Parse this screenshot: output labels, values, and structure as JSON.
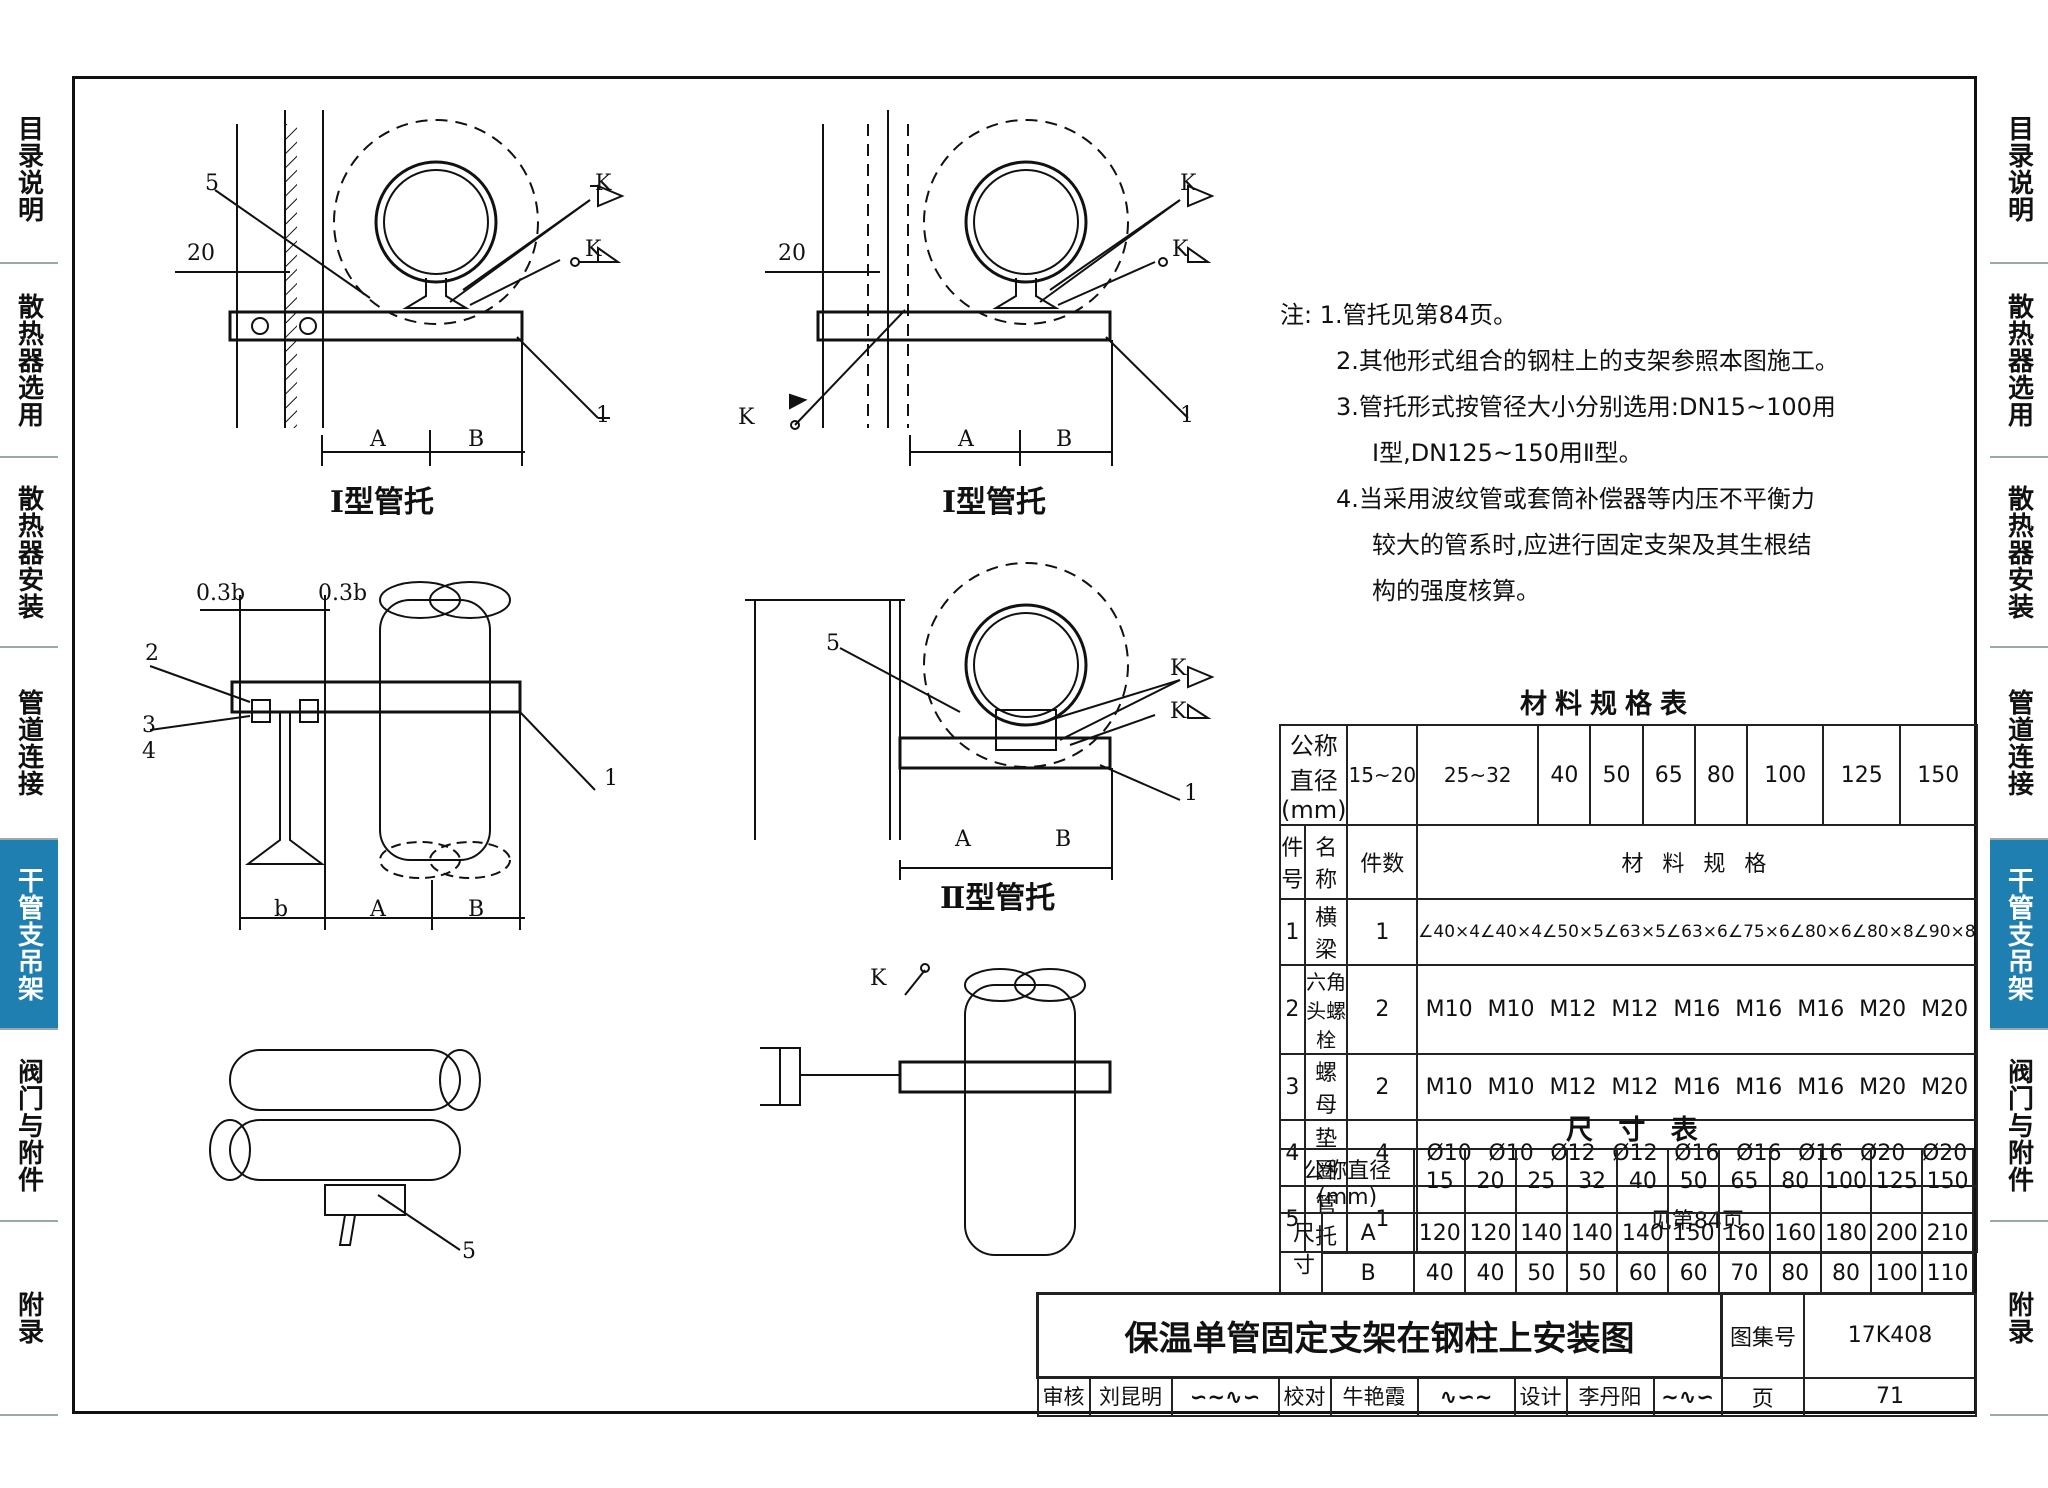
{
  "sidebar_left": [
    {
      "label": "目录说明",
      "active": false
    },
    {
      "label": "散热器选用",
      "active": false
    },
    {
      "label": "散热器安装",
      "active": false
    },
    {
      "label": "管道连接",
      "active": false
    },
    {
      "label": "干管支吊架",
      "active": true
    },
    {
      "label": "阀门与附件",
      "active": false
    },
    {
      "label": "附录",
      "active": false
    }
  ],
  "sidebar_right": [
    {
      "label": "目录说明",
      "active": false
    },
    {
      "label": "散热器选用",
      "active": false
    },
    {
      "label": "散热器安装",
      "active": false
    },
    {
      "label": "管道连接",
      "active": false
    },
    {
      "label": "干管支吊架",
      "active": true
    },
    {
      "label": "阀门与附件",
      "active": false
    },
    {
      "label": "附录",
      "active": false
    }
  ],
  "accent_color": "#1f7fb0",
  "drawing": {
    "view1_title": "Ⅰ型管托",
    "view2_title": "Ⅰ型管托",
    "view3_title": "Ⅱ型管托",
    "dim_20": "20",
    "dim_A": "A",
    "dim_B": "B",
    "dim_b": "b",
    "dim_03b": "0.3b",
    "label_1": "1",
    "label_2": "2",
    "label_3": "3",
    "label_4": "4",
    "label_5": "5",
    "label_K": "K"
  },
  "notes": {
    "prefix": "注:",
    "lines": [
      "1.管托见第84页。",
      "2.其他形式组合的钢柱上的支架参照本图施工。",
      "3.管托形式按管径大小分别选用:DN15~100用",
      "Ⅰ型,DN125~150用Ⅱ型。",
      "4.当采用波纹管或套筒补偿器等内压不平衡力",
      "较大的管系时,应进行固定支架及其生根结",
      "构的强度核算。"
    ]
  },
  "material_table": {
    "caption": "材料规格表",
    "header_label": "公称直径(mm)",
    "header_sizes": [
      "15~20",
      "25~32",
      "40",
      "50",
      "65",
      "80",
      "100",
      "125",
      "150"
    ],
    "col_no": "件号",
    "col_name": "名  称",
    "col_qty": "件数",
    "col_spec": "材  料  规  格",
    "rows": [
      {
        "no": "1",
        "name": "横  梁",
        "qty": "1",
        "specs": [
          "∠40×4",
          "∠40×4",
          "∠50×5",
          "∠63×5",
          "∠63×6",
          "∠75×6",
          "∠80×6",
          "∠80×8",
          "∠90×8"
        ]
      },
      {
        "no": "2",
        "name": "六角头螺栓",
        "qty": "2",
        "specs": [
          "M10",
          "M10",
          "M12",
          "M12",
          "M16",
          "M16",
          "M16",
          "M20",
          "M20"
        ]
      },
      {
        "no": "3",
        "name": "螺  母",
        "qty": "2",
        "specs": [
          "M10",
          "M10",
          "M12",
          "M12",
          "M16",
          "M16",
          "M16",
          "M20",
          "M20"
        ]
      },
      {
        "no": "4",
        "name": "垫  圈",
        "qty": "4",
        "specs": [
          "Ø10",
          "Ø10",
          "Ø12",
          "Ø12",
          "Ø16",
          "Ø16",
          "Ø16",
          "Ø20",
          "Ø20"
        ]
      },
      {
        "no": "5",
        "name": "管  托",
        "qty": "1",
        "span": "见第84页"
      }
    ]
  },
  "dimension_table": {
    "caption": "尺 寸 表",
    "header_label": "公称直径(mm)",
    "sizes": [
      "15",
      "20",
      "25",
      "32",
      "40",
      "50",
      "65",
      "80",
      "100",
      "125",
      "150"
    ],
    "group_label": "尺寸",
    "row_A_label": "A",
    "row_A": [
      "120",
      "120",
      "140",
      "140",
      "140",
      "150",
      "160",
      "160",
      "180",
      "200",
      "210"
    ],
    "row_B_label": "B",
    "row_B": [
      "40",
      "40",
      "50",
      "50",
      "60",
      "60",
      "70",
      "80",
      "80",
      "100",
      "110"
    ]
  },
  "title_block": {
    "title": "保温单管固定支架在钢柱上安装图",
    "atlas_label": "图集号",
    "atlas_no": "17K408",
    "review_label": "审核",
    "reviewer": "刘昆明",
    "check_label": "校对",
    "checker": "牛艳霞",
    "design_label": "设计",
    "designer": "李丹阳",
    "page_label": "页",
    "page_no": "71"
  }
}
